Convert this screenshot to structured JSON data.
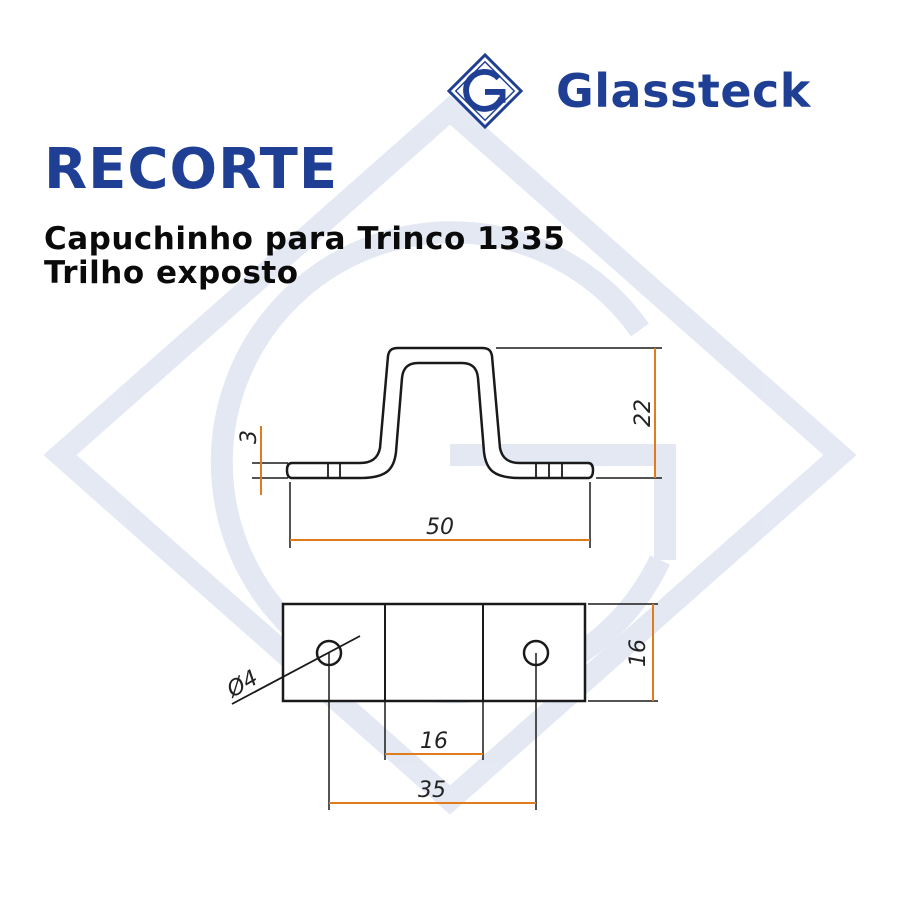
{
  "brand": {
    "name": "Glassteck",
    "logo_icon": "glassteck-g-logo-icon",
    "color": "#1f3f95"
  },
  "header": {
    "title": "RECORTE",
    "subtitle_line1": "Capuchinho para Trinco 1335",
    "subtitle_line2": "Trilho exposto"
  },
  "dimensions": {
    "thickness": "3",
    "height": "22",
    "length": "50",
    "width": "16",
    "hole_diameter": "Ø4",
    "center_width": "16",
    "hole_spacing": "35"
  },
  "colors": {
    "dimension_line": "#e07b1e",
    "outline": "#1a1a1a",
    "watermark": "#dfe5f1"
  }
}
